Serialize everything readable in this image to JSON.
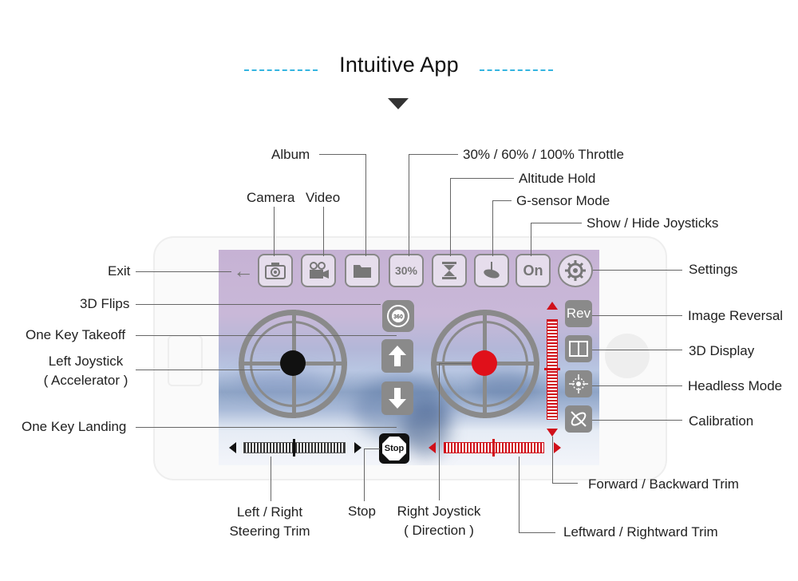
{
  "title": "Intuitive App",
  "toolbar": {
    "throttle_label": "30%",
    "show_hide_label": "On"
  },
  "side_buttons": {
    "image_reversal_label": "Rev",
    "flips_label": "360",
    "stop_label": "Stop"
  },
  "labels": {
    "album": "Album",
    "throttle": "30% / 60% / 100% Throttle",
    "altitude_hold": "Altitude Hold",
    "camera": "Camera",
    "video": "Video",
    "gsensor": "G-sensor Mode",
    "show_hide": "Show / Hide Joysticks",
    "exit": "Exit",
    "settings": "Settings",
    "flips": "3D Flips",
    "image_reversal": "Image Reversal",
    "takeoff": "One Key Takeoff",
    "display3d": "3D Display",
    "left_joystick_1": "Left Joystick",
    "left_joystick_2": "( Accelerator )",
    "headless": "Headless Mode",
    "calibration": "Calibration",
    "landing": "One Key Landing",
    "fb_trim": "Forward / Backward Trim",
    "lr_trim_1": "Left / Right",
    "lr_trim_2": "Steering Trim",
    "stop": "Stop",
    "right_joystick_1": "Right Joystick",
    "right_joystick_2": "( Direction )",
    "lrw_trim": "Leftward / Rightward Trim"
  },
  "colors": {
    "accent_dash": "#35b5e0",
    "joystick_left": "#111111",
    "joystick_right": "#e0101a",
    "trim_red": "#d0101a"
  }
}
